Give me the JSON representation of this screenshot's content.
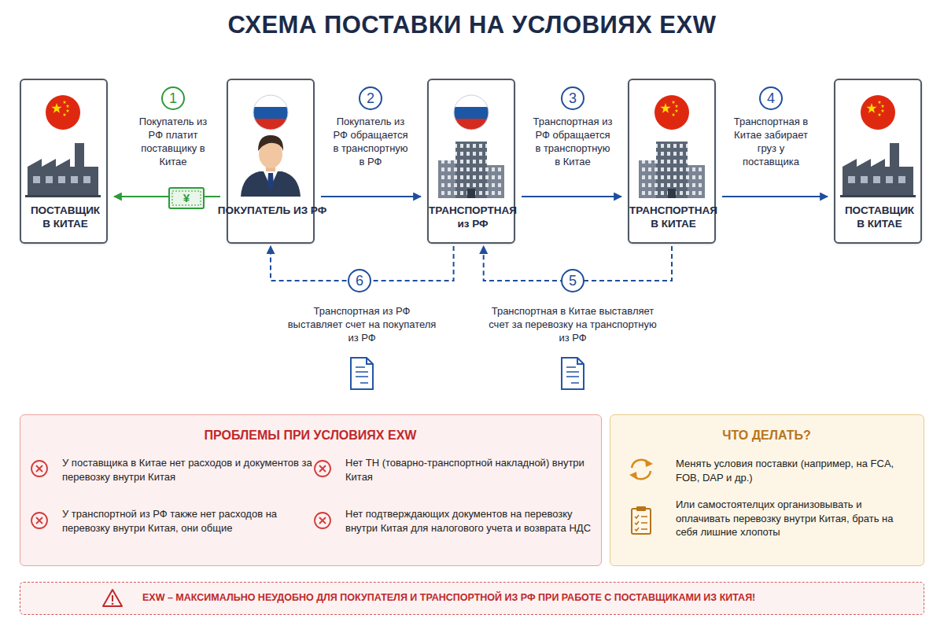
{
  "diagram": {
    "title": "СХЕМА ПОСТАВКИ НА УСЛОВИЯХ EXW",
    "nodes": [
      {
        "text": [
          "ПОСТАВЩИК В КИТАЕ"
        ]
      },
      {
        "text": [
          "1"
        ]
      },
      {
        "text": [
          "ПОКУПАТЕЛЬ ИЗ РФ"
        ]
      },
      {
        "text": [
          "2"
        ]
      },
      {
        "text": [
          "ТРАНСПОРТНАЯ из РФ"
        ]
      },
      {
        "text": [
          "3"
        ]
      },
      {
        "text": [
          "ТРАНСПОРТНАЯ В КИТАЕ"
        ]
      },
      {
        "text": [
          "4"
        ]
      },
      {
        "text": [
          "ПОСТАВЩИК В КИТАЕ"
        ]
      },
      {
        "text": [
          "6"
        ]
      },
      {
        "text": [
          "5"
        ]
      },
      {
        "text": [
          "ПРОБЛЕМЫ ПРИ УСЛОВИЯХ EXW",
          "У поставщика в Китае нет расходов и документов за перевозку внутри Китая",
          "Нет ТН (товарно-транспортной накладной) внутри Китая",
          "У транспортной из РФ также нет расходов на перевозку внутри Китая, они общие",
          "Нет подтверждающих документов на перевозку внутри Китая для налогового учета и возврата НДС"
        ]
      },
      {
        "text": [
          "ЧТО ДЕЛАТЬ?",
          "Менять условия поставки (например, на FCA, FOB, DAP и др.)",
          "Или самостоятелцих организовывать и оплачивать перевозку внутри Китая, брать на себя лишние хлопоты"
        ]
      },
      {
        "text": [
          "EXW – МАКСИМАЛЬНО НЕУДОБНО ДЛЯ ПОКУПАТЕЛЯ И ТРАНСПОРТНОЙ ИЗ РФ ПРИ РАБОТЕ С ПОСТАВЩИКАМИ ИЗ КИТАЯ!"
        ]
      }
    ],
    "edges": [
      {
        "from": 2,
        "to": 0,
        "arrow": "to",
        "label": "Покупатель из РФ платит поставщику в Китае"
      },
      {
        "from": 2,
        "to": 4,
        "arrow": "to",
        "label": "Покупатель из РФ обращается в транспортную в РФ"
      },
      {
        "from": 4,
        "to": 6,
        "arrow": "to",
        "label": "Транспортная из РФ обращается в транспортную в Китае"
      },
      {
        "from": 6,
        "to": 8,
        "arrow": "to",
        "label": "Транспортная в Китае забирает груз у поставщика"
      },
      {
        "from": 6,
        "to": 4,
        "arrow": "to",
        "label": "Транспортная в Китае выставляет счет за перевозку на транспортную из РФ"
      },
      {
        "from": 4,
        "to": 2,
        "arrow": "to",
        "label": "Транспортная из РФ выставляет счет на покупателя из РФ"
      }
    ],
    "labels": [
      "¥"
    ]
  }
}
